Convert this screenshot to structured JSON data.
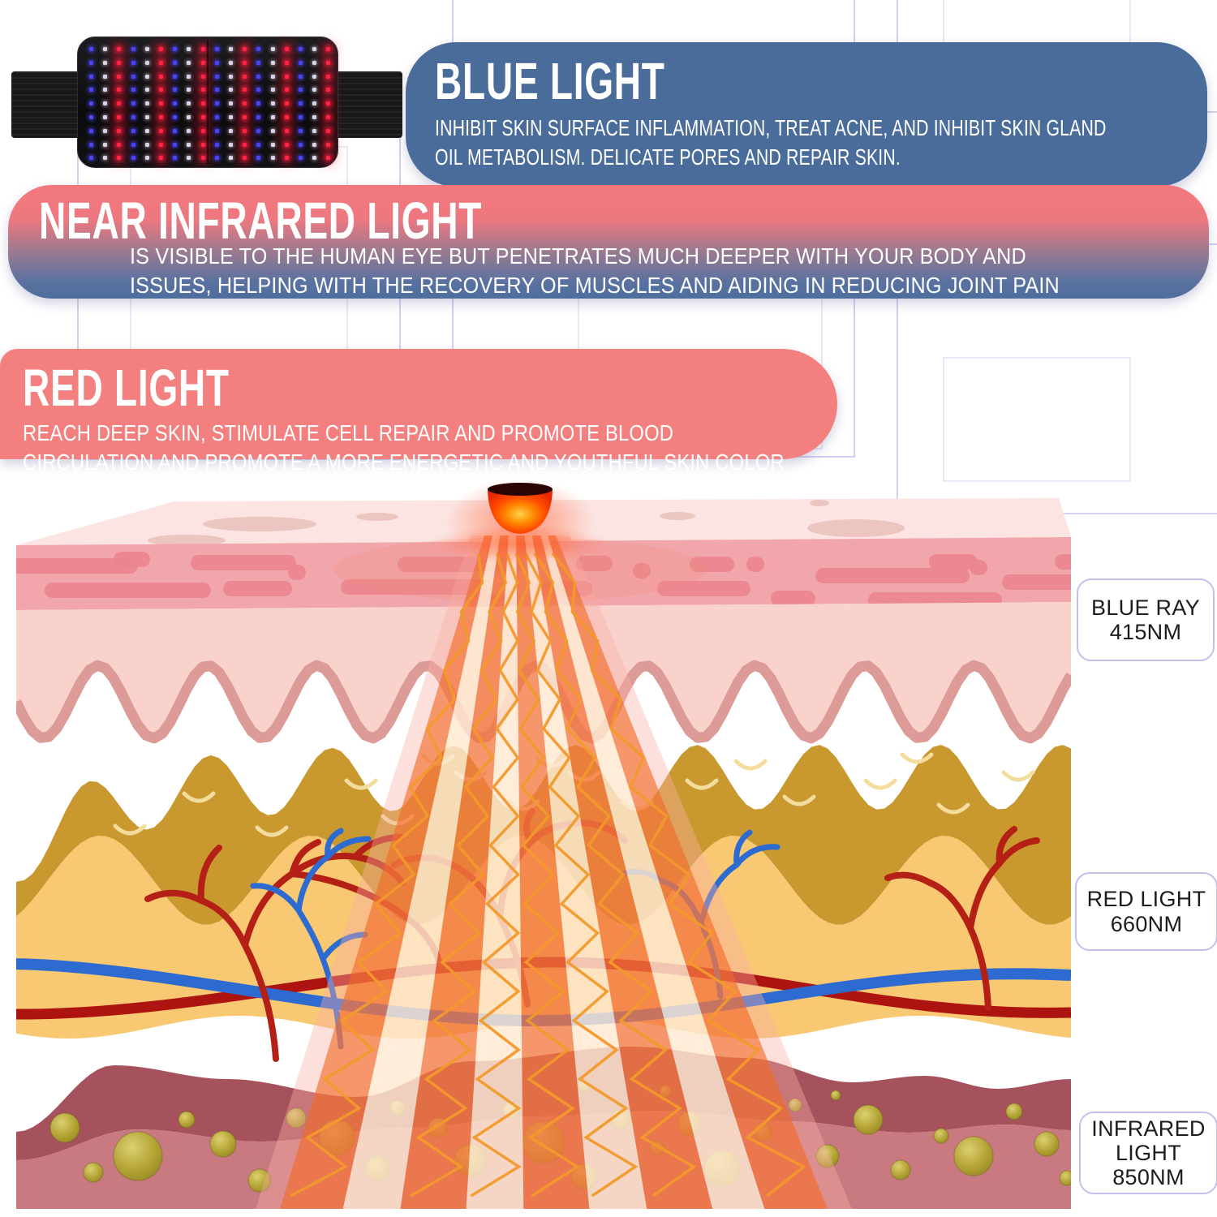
{
  "banners": {
    "blue": {
      "title": "BLUE LIGHT",
      "body": "INHIBIT SKIN SURFACE INFLAMMATION, TREAT ACNE, AND INHIBIT SKIN GLAND\nOIL METABOLISM. DELICATE PORES AND REPAIR SKIN.",
      "bg": "#4a6c9b"
    },
    "near_infrared": {
      "title": "NEAR INFRARED LIGHT",
      "body": "IS VISIBLE TO THE HUMAN EYE BUT PENETRATES MUCH DEEPER WITH YOUR BODY AND\nISSUES, HELPING WITH THE RECOVERY OF MUSCLES AND AIDING IN REDUCING JOINT PAIN",
      "bg_top": "#f1767c",
      "bg_bottom": "#4f6f9f"
    },
    "red": {
      "title": "RED LIGHT",
      "body": "REACH DEEP SKIN, STIMULATE CELL REPAIR AND PROMOTE BLOOD\nCIRCULATION AND PROMOTE A MORE ENERGETIC AND YOUTHFUL SKIN COLOR",
      "bg": "#f3807f"
    }
  },
  "wavelength_labels": [
    {
      "name": "blue-ray",
      "lines": [
        "BLUE RAY",
        "415NM"
      ]
    },
    {
      "name": "red-light",
      "lines": [
        "RED LIGHT",
        "660NM"
      ]
    },
    {
      "name": "infrared-light",
      "lines": [
        "INFRARED",
        "LIGHT",
        "850NM"
      ]
    }
  ],
  "device": {
    "led_rows": 9,
    "led_cols": 18,
    "led_color_cycle": [
      "blue",
      "white",
      "red"
    ]
  },
  "colors": {
    "blue_banner": "#4a6c9b",
    "red_banner": "#f3807f",
    "nir_gradient_top": "#f1767c",
    "nir_gradient_bottom": "#4f6f9f",
    "label_border": "#c5bfee",
    "skin_surface": "#fbe4e2",
    "epidermis": "#f1a6ab",
    "dermis": "#f8d2cb",
    "fat_dark": "#c9992f",
    "fat_light": "#f9c873",
    "muscle_dark": "#a5525c",
    "muscle_light": "#c97a80",
    "artery": "#b42015",
    "vein": "#2d6bd0",
    "led_red": "#ff2446",
    "led_blue": "#4945f2",
    "led_white": "#d9d9ee"
  }
}
